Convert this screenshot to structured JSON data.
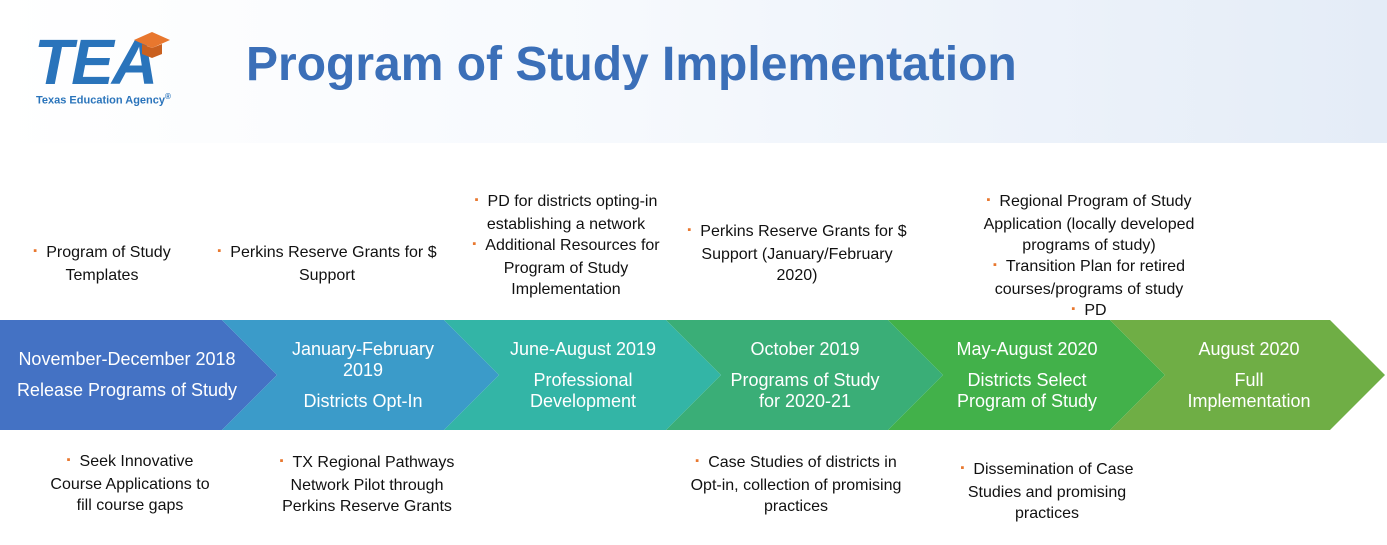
{
  "header": {
    "title": "Program of Study Implementation",
    "logo_text": "TEA",
    "logo_sub": "Texas Education Agency",
    "logo_mark": "®"
  },
  "stages": [
    {
      "date": "November-December 2018",
      "label": "Release Programs of Study",
      "color": "#4472c4"
    },
    {
      "date": "January-February 2019",
      "label": "Districts Opt-In",
      "color": "#3b9bc9"
    },
    {
      "date": "June-August 2019",
      "label": "Professional Development",
      "color": "#33b5a6"
    },
    {
      "date": "October 2019",
      "label": "Programs of Study for 2020-21",
      "color": "#3aae77"
    },
    {
      "date": "May-August 2020",
      "label": "Districts Select Program of Study",
      "color": "#42b14a"
    },
    {
      "date": "August 2020",
      "label": "Full Implementation",
      "color": "#6fae45"
    }
  ],
  "notes_above": [
    [
      "Program of Study Templates"
    ],
    [
      "Perkins Reserve Grants for $ Support"
    ],
    [
      "PD for districts opting-in establishing a network",
      "Additional Resources for Program of Study Implementation"
    ],
    [
      "Perkins Reserve Grants for $ Support (January/February 2020)"
    ],
    [
      "Regional Program of Study Application (locally developed programs of study)",
      "Transition Plan for retired courses/programs of study",
      "PD"
    ]
  ],
  "notes_below": [
    [
      "Seek Innovative Course Applications to fill course gaps"
    ],
    [
      "TX Regional Pathways Network Pilot through Perkins Reserve Grants"
    ],
    [
      "Case Studies of districts in Opt-in, collection of promising practices"
    ],
    [
      "Dissemination of Case Studies and promising practices"
    ]
  ],
  "colors": {
    "accent": "#3b6fb8",
    "bullet": "#e8772e",
    "logo": "#2a74bb",
    "cap": "#e8772e"
  }
}
